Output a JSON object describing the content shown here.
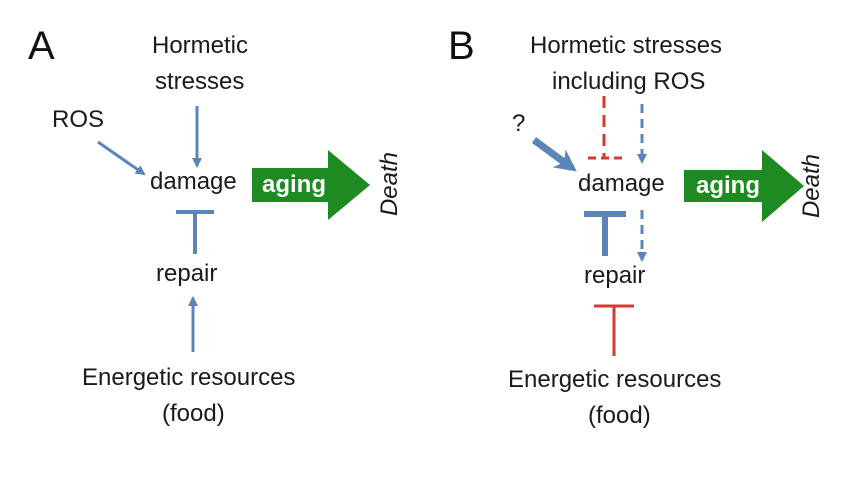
{
  "panel_a": {
    "letter": "A",
    "hormetic_line1": "Hormetic",
    "hormetic_line2": "stresses",
    "ros": "ROS",
    "damage": "damage",
    "repair": "repair",
    "energetic_line1": "Energetic resources",
    "energetic_line2": "(food)",
    "aging": "aging",
    "death": "Death"
  },
  "panel_b": {
    "letter": "B",
    "hormetic_line1": "Hormetic stresses",
    "hormetic_line2": "including ROS",
    "question": "?",
    "damage": "damage",
    "repair": "repair",
    "energetic_line1": "Energetic resources",
    "energetic_line2": "(food)",
    "aging": "aging",
    "death": "Death"
  },
  "colors": {
    "blue_arrow": "#5b85b8",
    "red_inhibition": "#d23a32",
    "aging_green": "#1e8a22",
    "text": "#1a1a1a"
  }
}
